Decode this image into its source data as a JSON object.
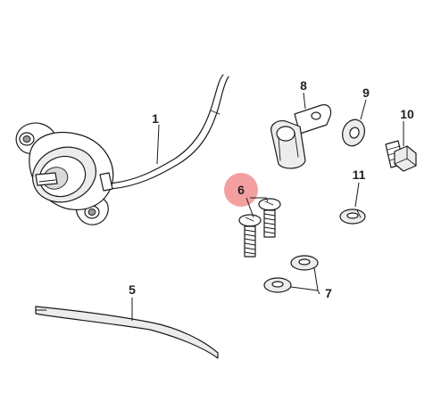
{
  "callouts": [
    {
      "id": "1",
      "label": "1"
    },
    {
      "id": "5",
      "label": "5"
    },
    {
      "id": "6",
      "label": "6"
    },
    {
      "id": "7",
      "label": "7"
    },
    {
      "id": "8",
      "label": "8"
    },
    {
      "id": "9",
      "label": "9"
    },
    {
      "id": "10",
      "label": "10"
    },
    {
      "id": "11",
      "label": "11"
    }
  ],
  "highlight": {
    "callout": "6",
    "color": "#f4a0a0"
  },
  "colors": {
    "ink": "#1a1a1a",
    "part_fill": "#d9d9d9",
    "background": "#ffffff"
  }
}
